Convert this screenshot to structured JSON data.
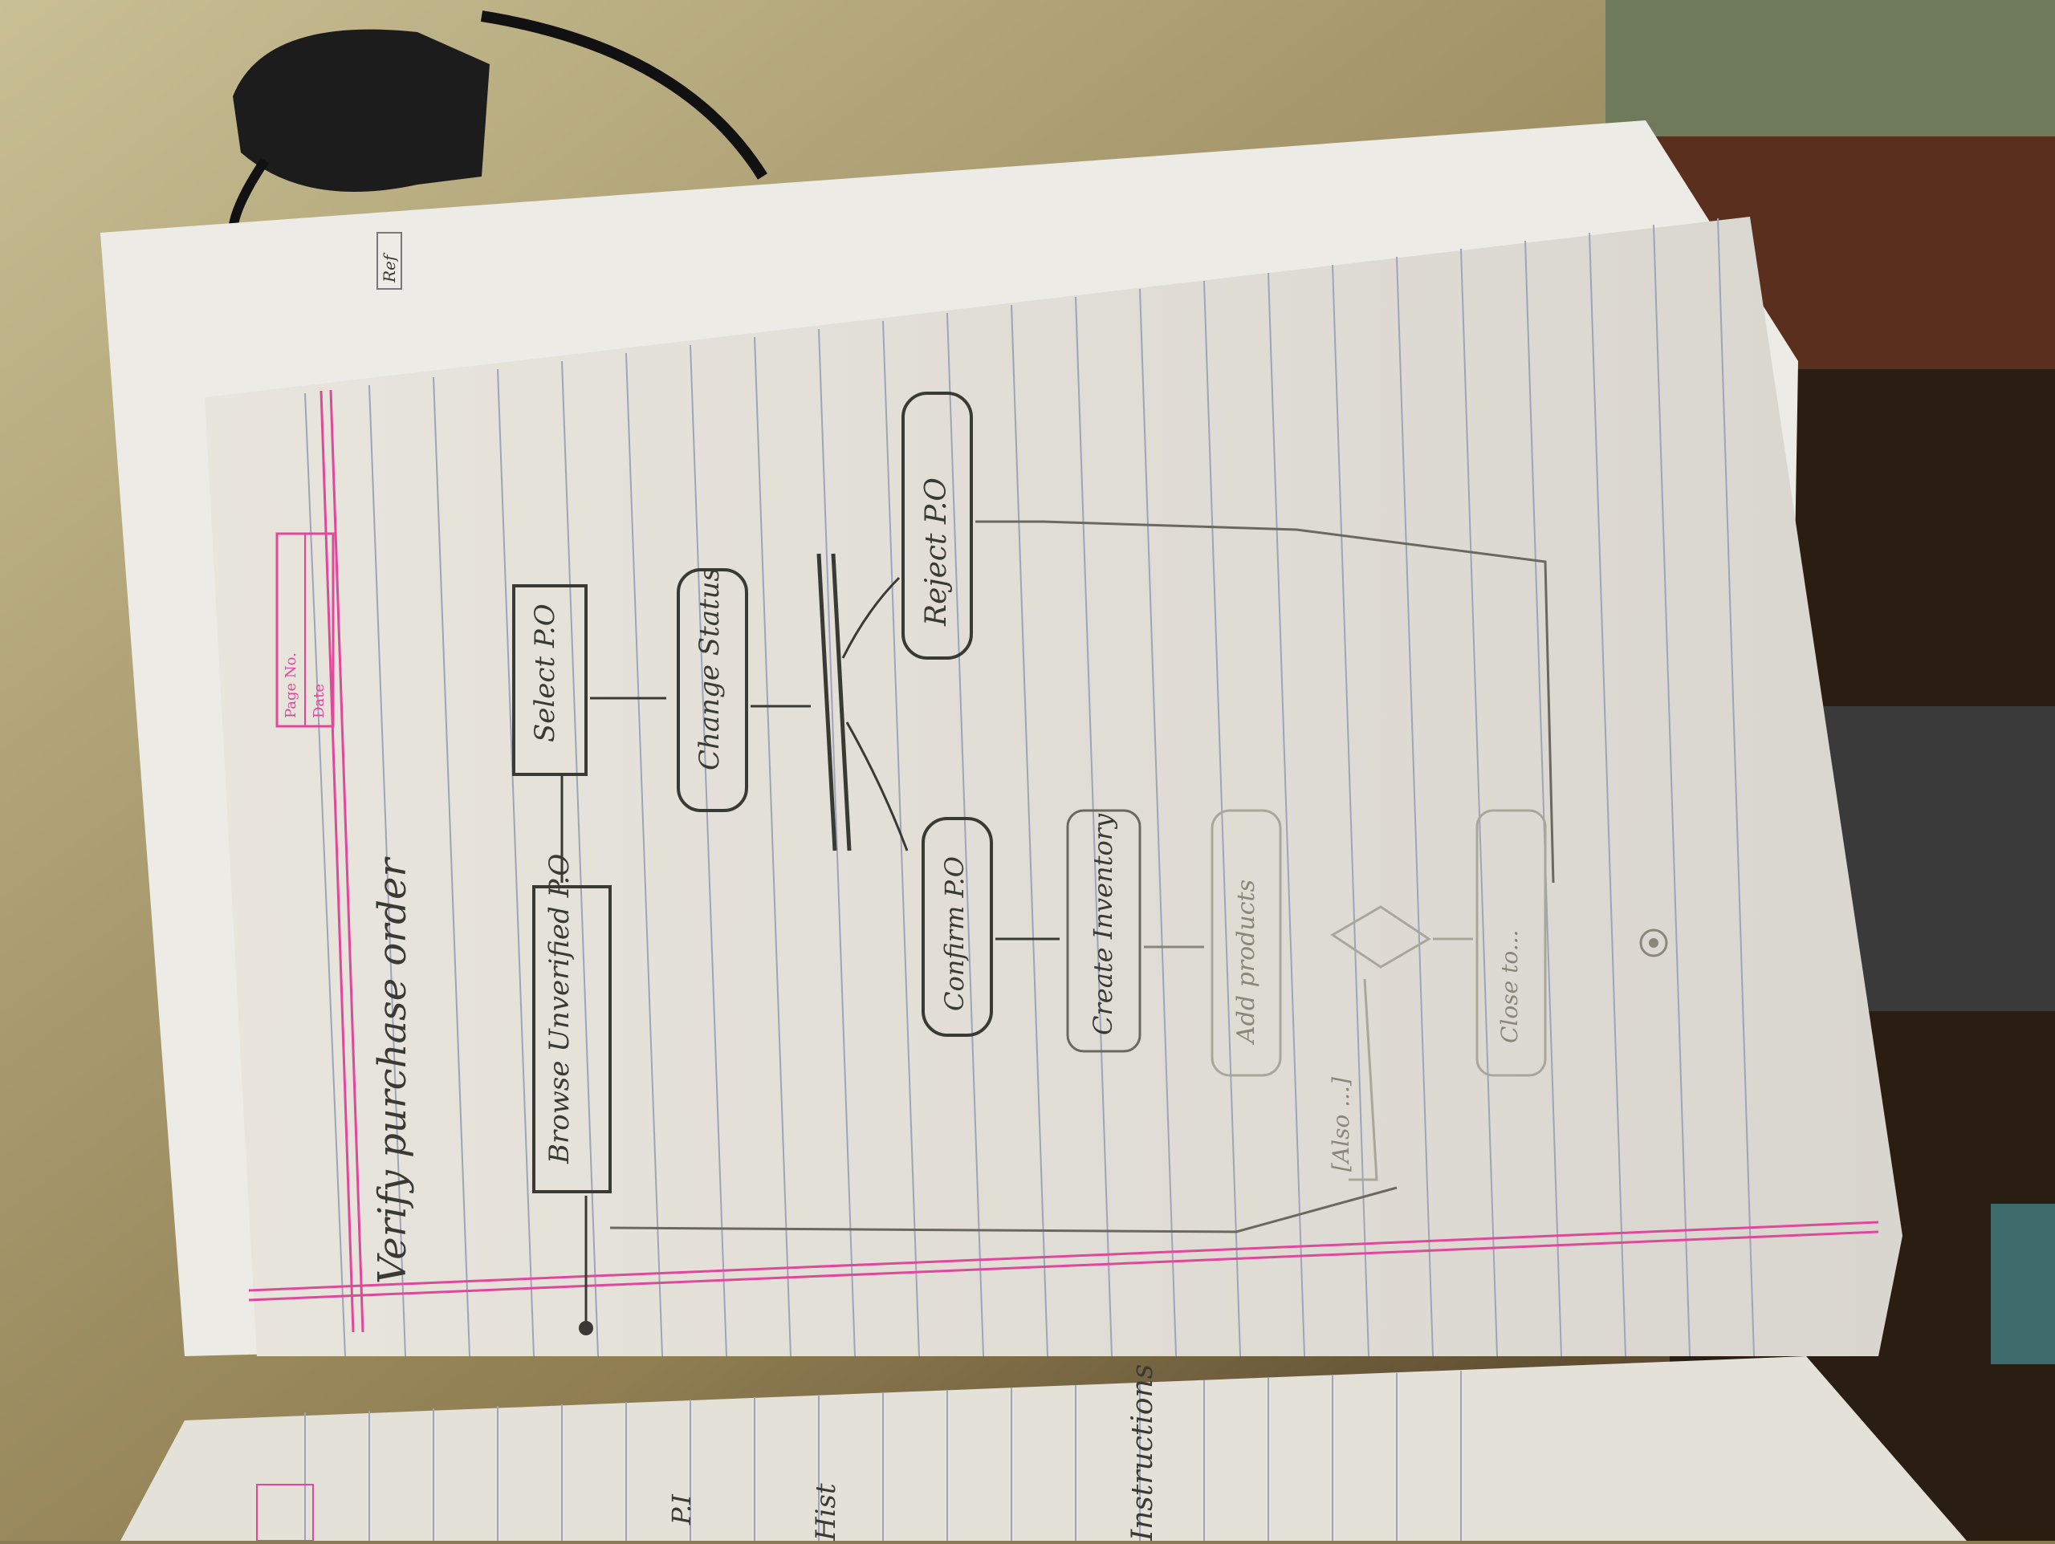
{
  "photo": {
    "description_hidden": "",
    "background_color": "#8a7a52",
    "paper_color": "#e9e5dc",
    "rule_color": "#9fa4b8",
    "margin_color": "#e0489c",
    "ink_color": "#3a3a34"
  },
  "notebook": {
    "page_box": {
      "page_no_label": "Page No.",
      "date_label": "Date"
    },
    "title": "Verify purchase order",
    "nodes": {
      "browse": "Browse Unverified P.O",
      "select": "Select P.O",
      "change": "Change Status",
      "confirm": "Confirm P.O",
      "reject": "Reject P.O",
      "create_inventory": "Create Inventory",
      "add_products": "Add products",
      "also": "[Also ...]",
      "close": "Close to..."
    },
    "back_page_text": "Ref",
    "left_page_text_a": "P.I",
    "left_page_text_b": "Hist",
    "left_page_text_c": "Instructions"
  }
}
